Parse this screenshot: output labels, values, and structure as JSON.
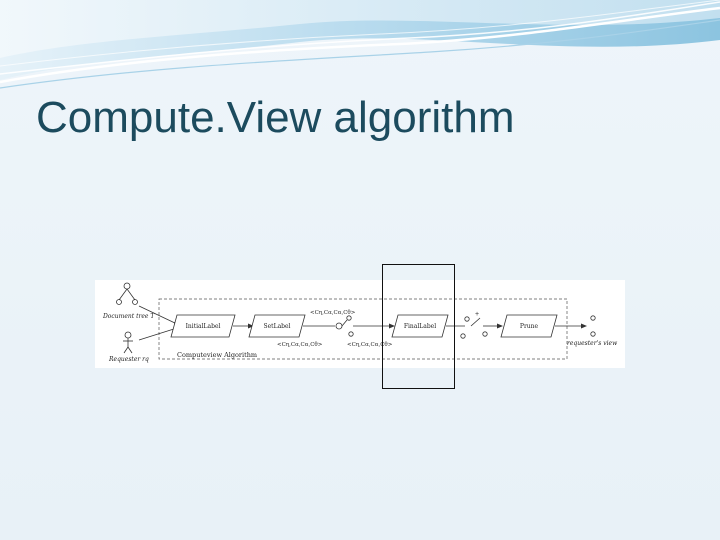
{
  "slide": {
    "title": "Compute.View algorithm"
  },
  "diagram": {
    "actors": {
      "document": "Document tree T",
      "requester": "Requester rq"
    },
    "container_label": "Computeview Algorithm",
    "processes": {
      "initial": "InitialLabel",
      "set": "SetLabel",
      "final": "FinalLabel",
      "prune": "Prune"
    },
    "data_labels": {
      "top": "<Cη,Cα,Cα,Cθ>",
      "bottom_left": "<Cη,Cα,Cα,Cθ>",
      "bottom_right": "<Cη,Cα,Cα,Cθ>"
    },
    "end_label": "requester's view",
    "colors": {
      "title": "#1c4b5e",
      "background": "#edf4f9",
      "banner_light": "#cfe6f3",
      "banner_dark": "#7bbad9"
    },
    "icons": [
      "wave-banner",
      "document-tree-icon",
      "stick-figure-icon",
      "decision-node-icon"
    ]
  }
}
